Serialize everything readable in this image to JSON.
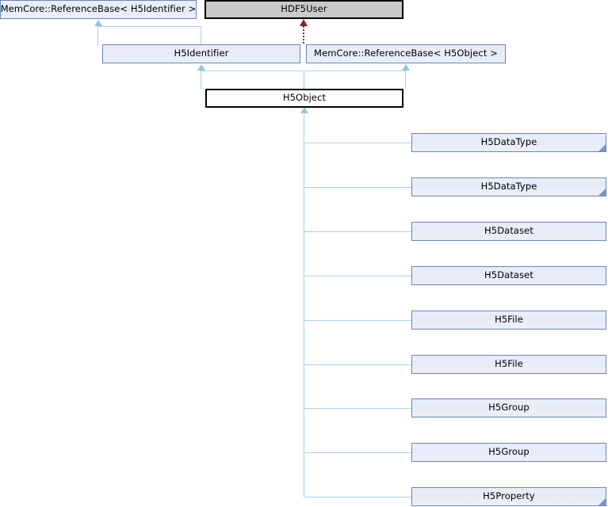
{
  "diagram": {
    "title": "H5Object inheritance diagram",
    "type": "class-inheritance-graph",
    "colors": {
      "node_fill": "#e9eef8",
      "node_border": "#6b85b8",
      "focus_fill": "#ffffff",
      "focus_border": "#000000",
      "grey_fill": "#c9c9c9",
      "inheritance_edge": "#a8d2e8",
      "usage_edge": "#8b2222",
      "fold_marker": "#7e96c4"
    }
  },
  "nodes": {
    "ref_base_h5identifier": {
      "label": "MemCore::ReferenceBase< H5Identifier >"
    },
    "hdf5user": {
      "label": "HDF5User"
    },
    "h5identifier": {
      "label": "H5Identifier"
    },
    "ref_base_h5object": {
      "label": "MemCore::ReferenceBase< H5Object >"
    },
    "h5object": {
      "label": "H5Object"
    }
  },
  "derived": [
    {
      "label": "H5DataType",
      "folded": true
    },
    {
      "label": "H5DataType",
      "folded": true
    },
    {
      "label": "H5Dataset",
      "folded": false
    },
    {
      "label": "H5Dataset",
      "folded": false
    },
    {
      "label": "H5File",
      "folded": false
    },
    {
      "label": "H5File",
      "folded": false
    },
    {
      "label": "H5Group",
      "folded": false
    },
    {
      "label": "H5Group",
      "folded": false
    },
    {
      "label": "H5Property",
      "folded": true
    }
  ]
}
